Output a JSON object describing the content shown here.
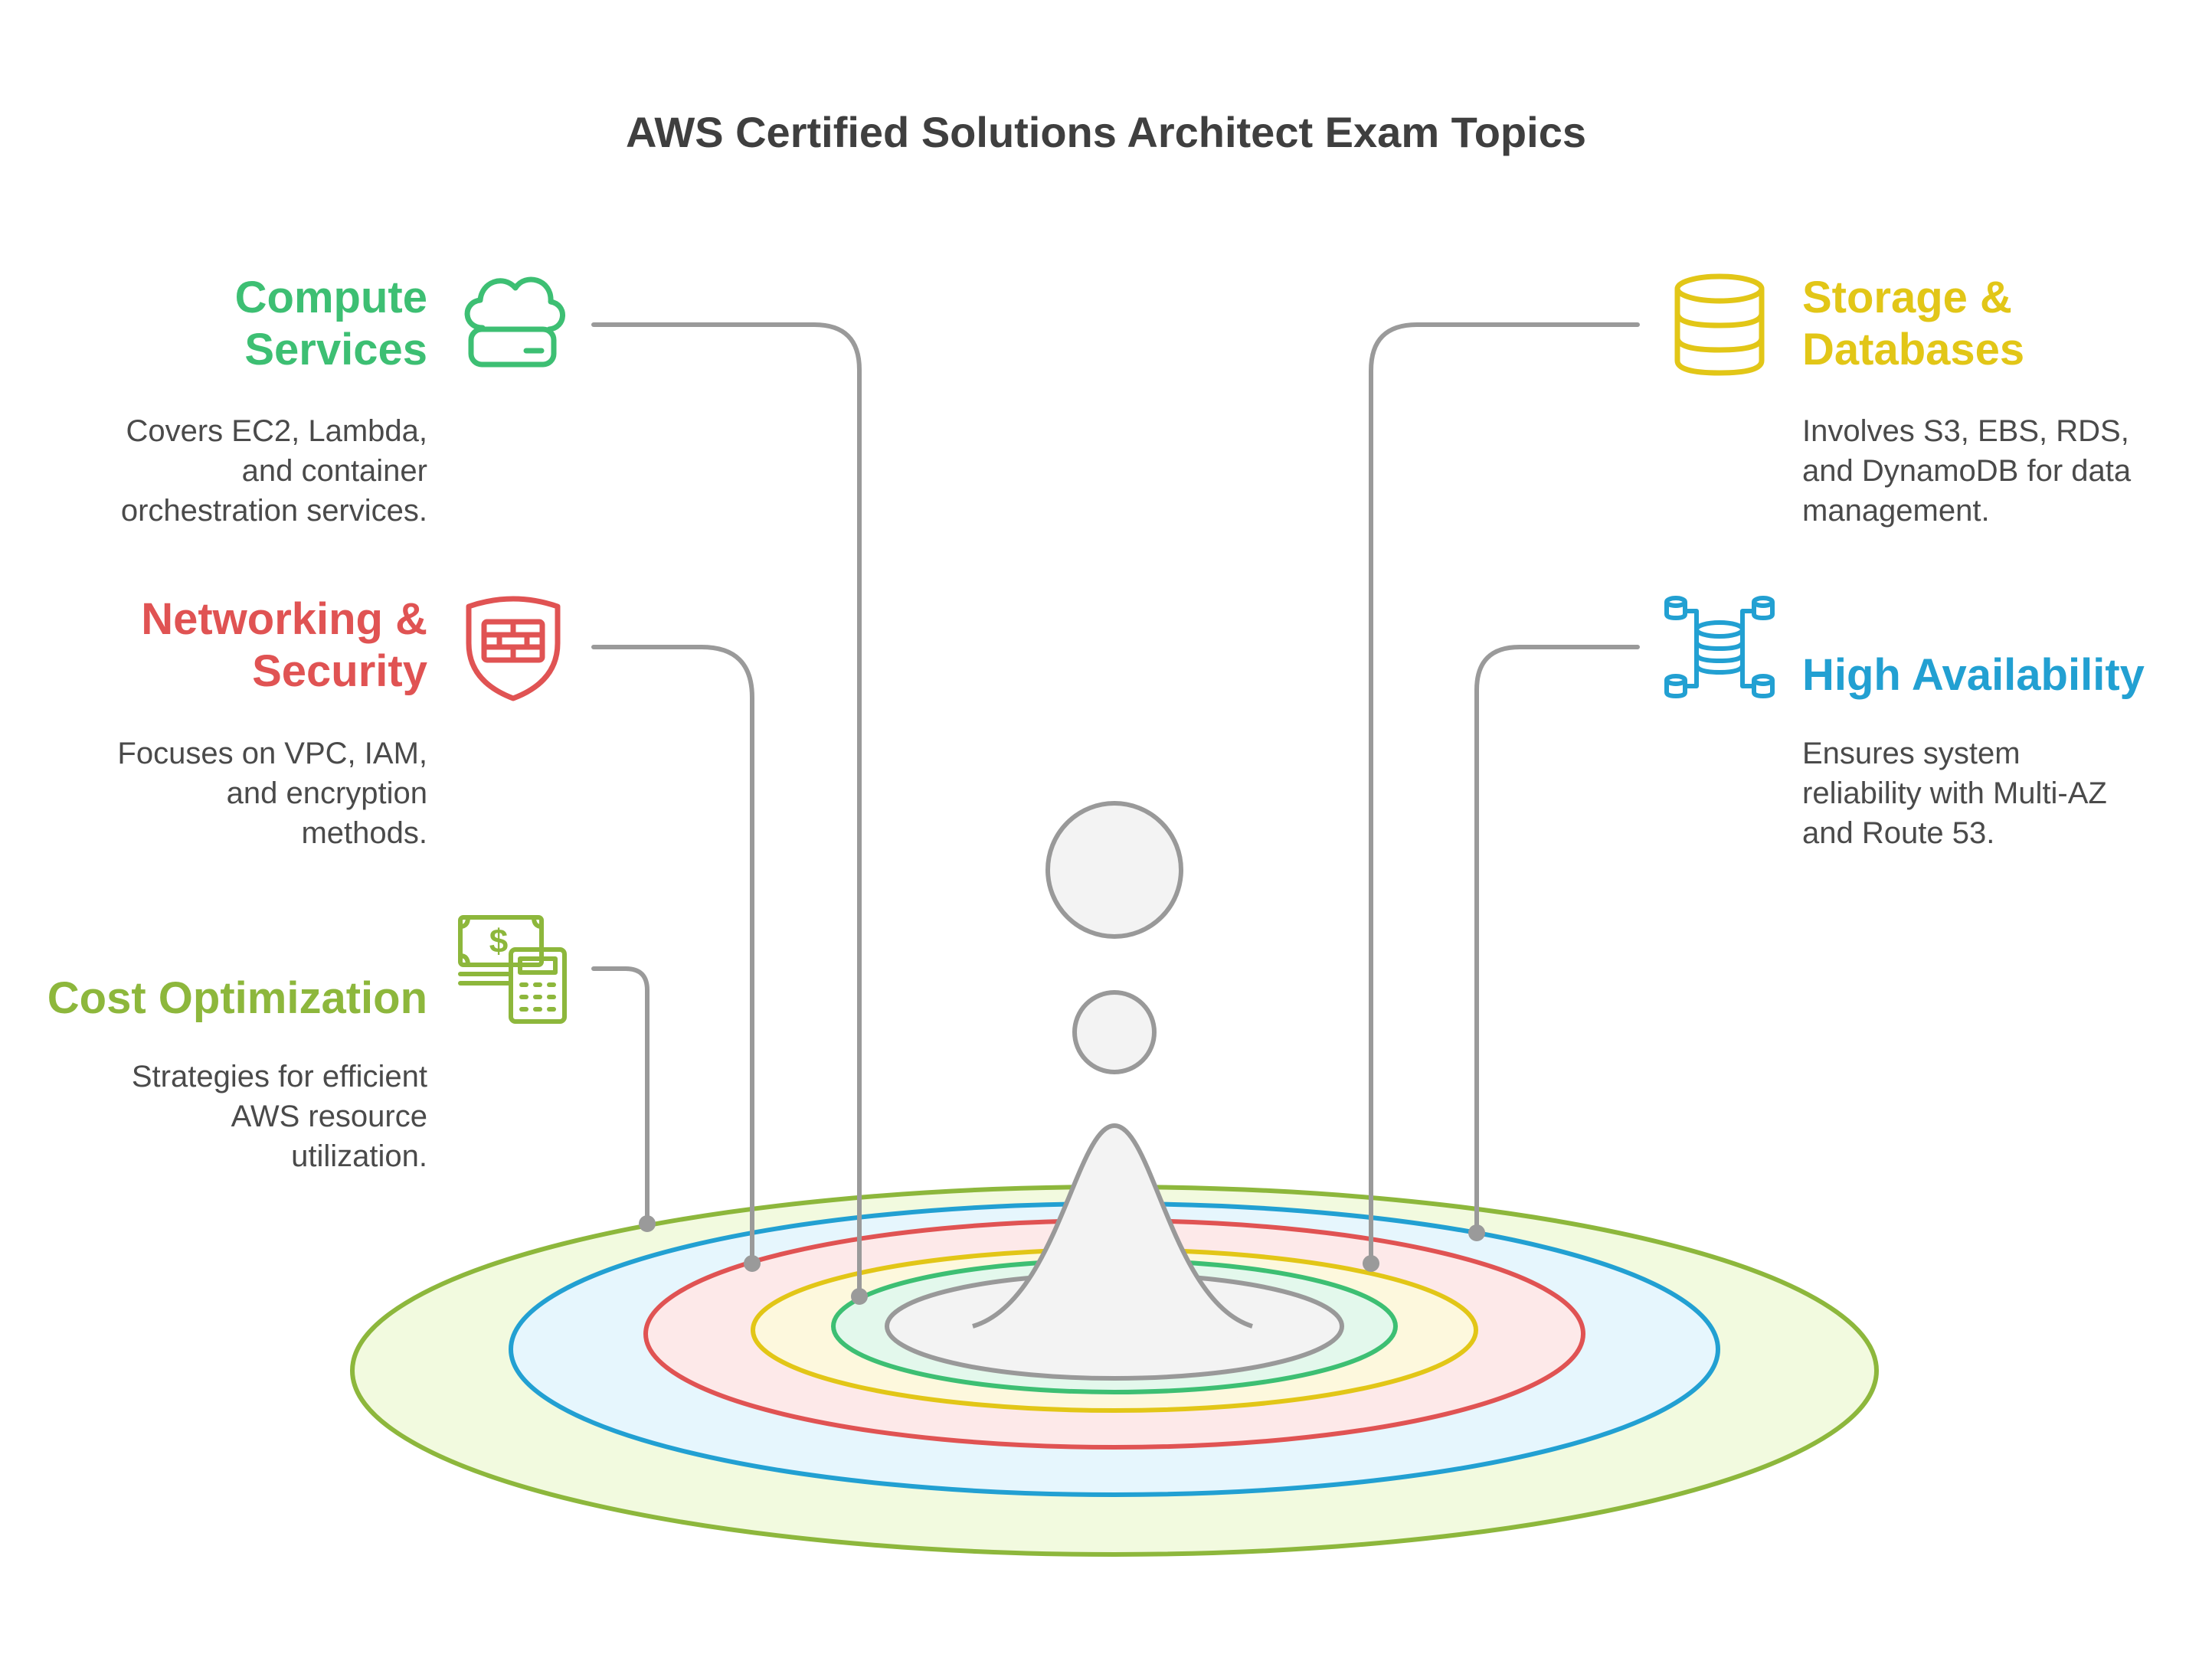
{
  "title": "AWS Certified Solutions Architect Exam Topics",
  "topics": [
    {
      "heading": [
        "Compute",
        "Services"
      ],
      "description": [
        "Covers EC2, Lambda,",
        "and container",
        "orchestration services."
      ],
      "color": "#3dbf73",
      "icon": "cloud-server-icon"
    },
    {
      "heading": [
        "Networking &",
        "Security"
      ],
      "description": [
        "Focuses on VPC, IAM,",
        "and encryption",
        "methods."
      ],
      "color": "#e05353",
      "icon": "firewall-shield-icon"
    },
    {
      "heading": [
        "Cost Optimization"
      ],
      "description": [
        "Strategies for efficient",
        "AWS resource",
        "utilization."
      ],
      "color": "#8db73c",
      "icon": "money-calculator-icon"
    },
    {
      "heading": [
        "Storage &",
        "Databases"
      ],
      "description": [
        "Involves S3, EBS, RDS,",
        "and DynamoDB for data",
        "management."
      ],
      "color": "#e2c617",
      "icon": "database-icon"
    },
    {
      "heading": [
        "High Availability"
      ],
      "description": [
        "Ensures system",
        "reliability with Multi-AZ",
        "and Route 53."
      ],
      "color": "#22a0d2",
      "icon": "distributed-database-icon"
    }
  ],
  "connector_color": "#9a9a9a"
}
